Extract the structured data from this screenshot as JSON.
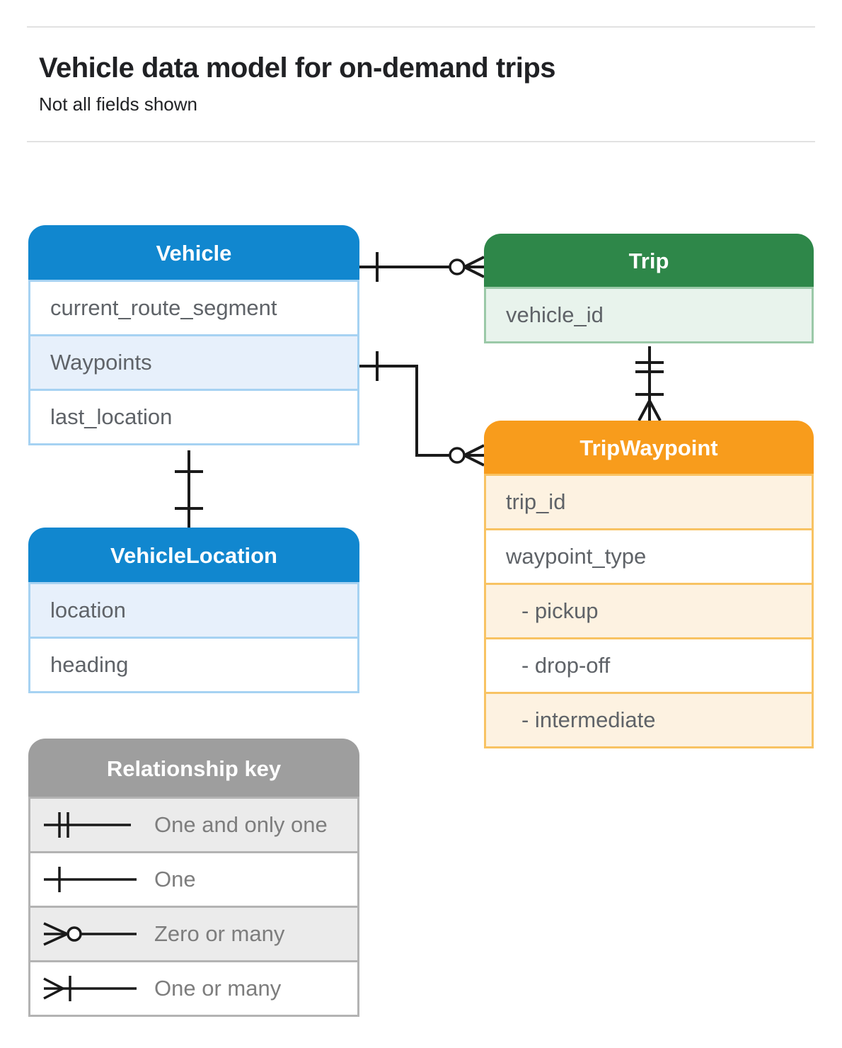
{
  "header": {
    "title": "Vehicle data model for on-demand trips",
    "subtitle": "Not all fields shown"
  },
  "tables": {
    "vehicle": {
      "title": "Vehicle",
      "fields": [
        "current_route_segment",
        "Waypoints",
        "last_location"
      ]
    },
    "trip": {
      "title": "Trip",
      "fields": [
        "vehicle_id"
      ]
    },
    "trip_waypoint": {
      "title": "TripWaypoint",
      "fields": [
        "trip_id",
        "waypoint_type",
        "- pickup",
        "- drop-off",
        "- intermediate"
      ]
    },
    "vehicle_location": {
      "title": "VehicleLocation",
      "fields": [
        "location",
        "heading"
      ]
    }
  },
  "legend": {
    "title": "Relationship key",
    "items": [
      {
        "symbol": "one-and-only-one-symbol",
        "label": "One and only one"
      },
      {
        "symbol": "one-symbol",
        "label": "One"
      },
      {
        "symbol": "zero-or-many-symbol",
        "label": "Zero or many"
      },
      {
        "symbol": "one-or-many-symbol",
        "label": "One or many"
      }
    ]
  },
  "relationships": [
    {
      "from": "Vehicle",
      "to": "Trip",
      "from_cardinality": "one",
      "to_cardinality": "zero or many"
    },
    {
      "from": "Vehicle.Waypoints",
      "to": "TripWaypoint",
      "from_cardinality": "one",
      "to_cardinality": "zero or many"
    },
    {
      "from": "Trip",
      "to": "TripWaypoint",
      "from_cardinality": "one and only one",
      "to_cardinality": "one or many"
    },
    {
      "from": "Vehicle",
      "to": "VehicleLocation",
      "from_cardinality": "one",
      "to_cardinality": "one"
    }
  ],
  "colors": {
    "vehicle_header": "#1187cf",
    "trip_header": "#2e8749",
    "trip_waypoint_header": "#f89c1c",
    "legend_header": "#9e9e9e",
    "vehicle_row_tint": "#e7f0fb",
    "trip_row_tint": "#e8f3ec",
    "trip_waypoint_row_tint": "#fdf2e1",
    "legend_row_tint": "#ebebeb",
    "field_text": "#5f6368",
    "connector": "#1a1a1a"
  }
}
